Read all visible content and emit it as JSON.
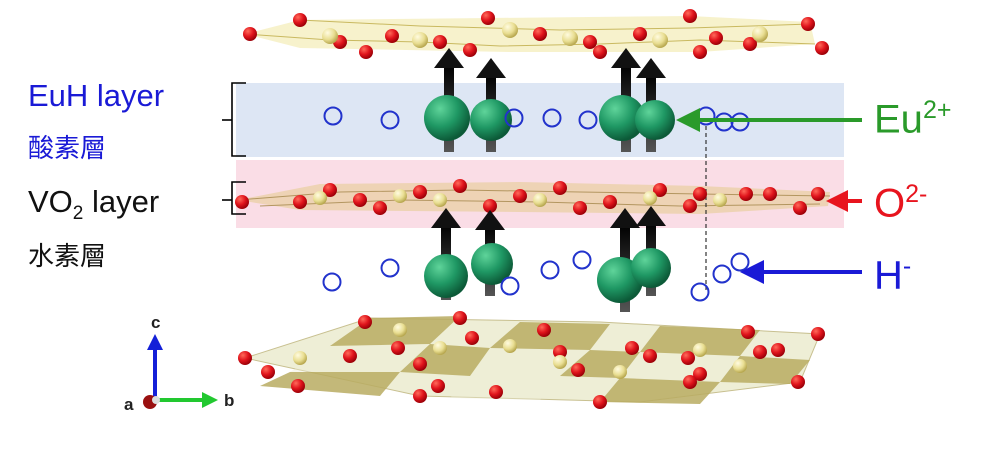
{
  "labels": {
    "euh_layer": "EuH layer",
    "euh_layer_jp": "酸素層",
    "vo2_layer_main": "VO",
    "vo2_layer_sub": "2",
    "vo2_layer_tail": " layer",
    "vo2_layer_jp": "水素層"
  },
  "species": {
    "eu": {
      "base": "Eu",
      "sup": "2+",
      "color": "#2a9a2a"
    },
    "o": {
      "base": "O",
      "sup": "2-",
      "color": "#e8141e"
    },
    "h": {
      "base": "H",
      "sup": "-",
      "color": "#1a1ad6"
    }
  },
  "axes": {
    "c": "c",
    "a": "a",
    "b": "b"
  },
  "colors": {
    "euh_band": "#dde6f4",
    "vo2_band": "#fadde6",
    "oxygen": "#e0141c",
    "vanadium": "#ece39a",
    "europium": "#1f9864",
    "hydride": "#2233cc",
    "spin_arrow": "#111111"
  }
}
